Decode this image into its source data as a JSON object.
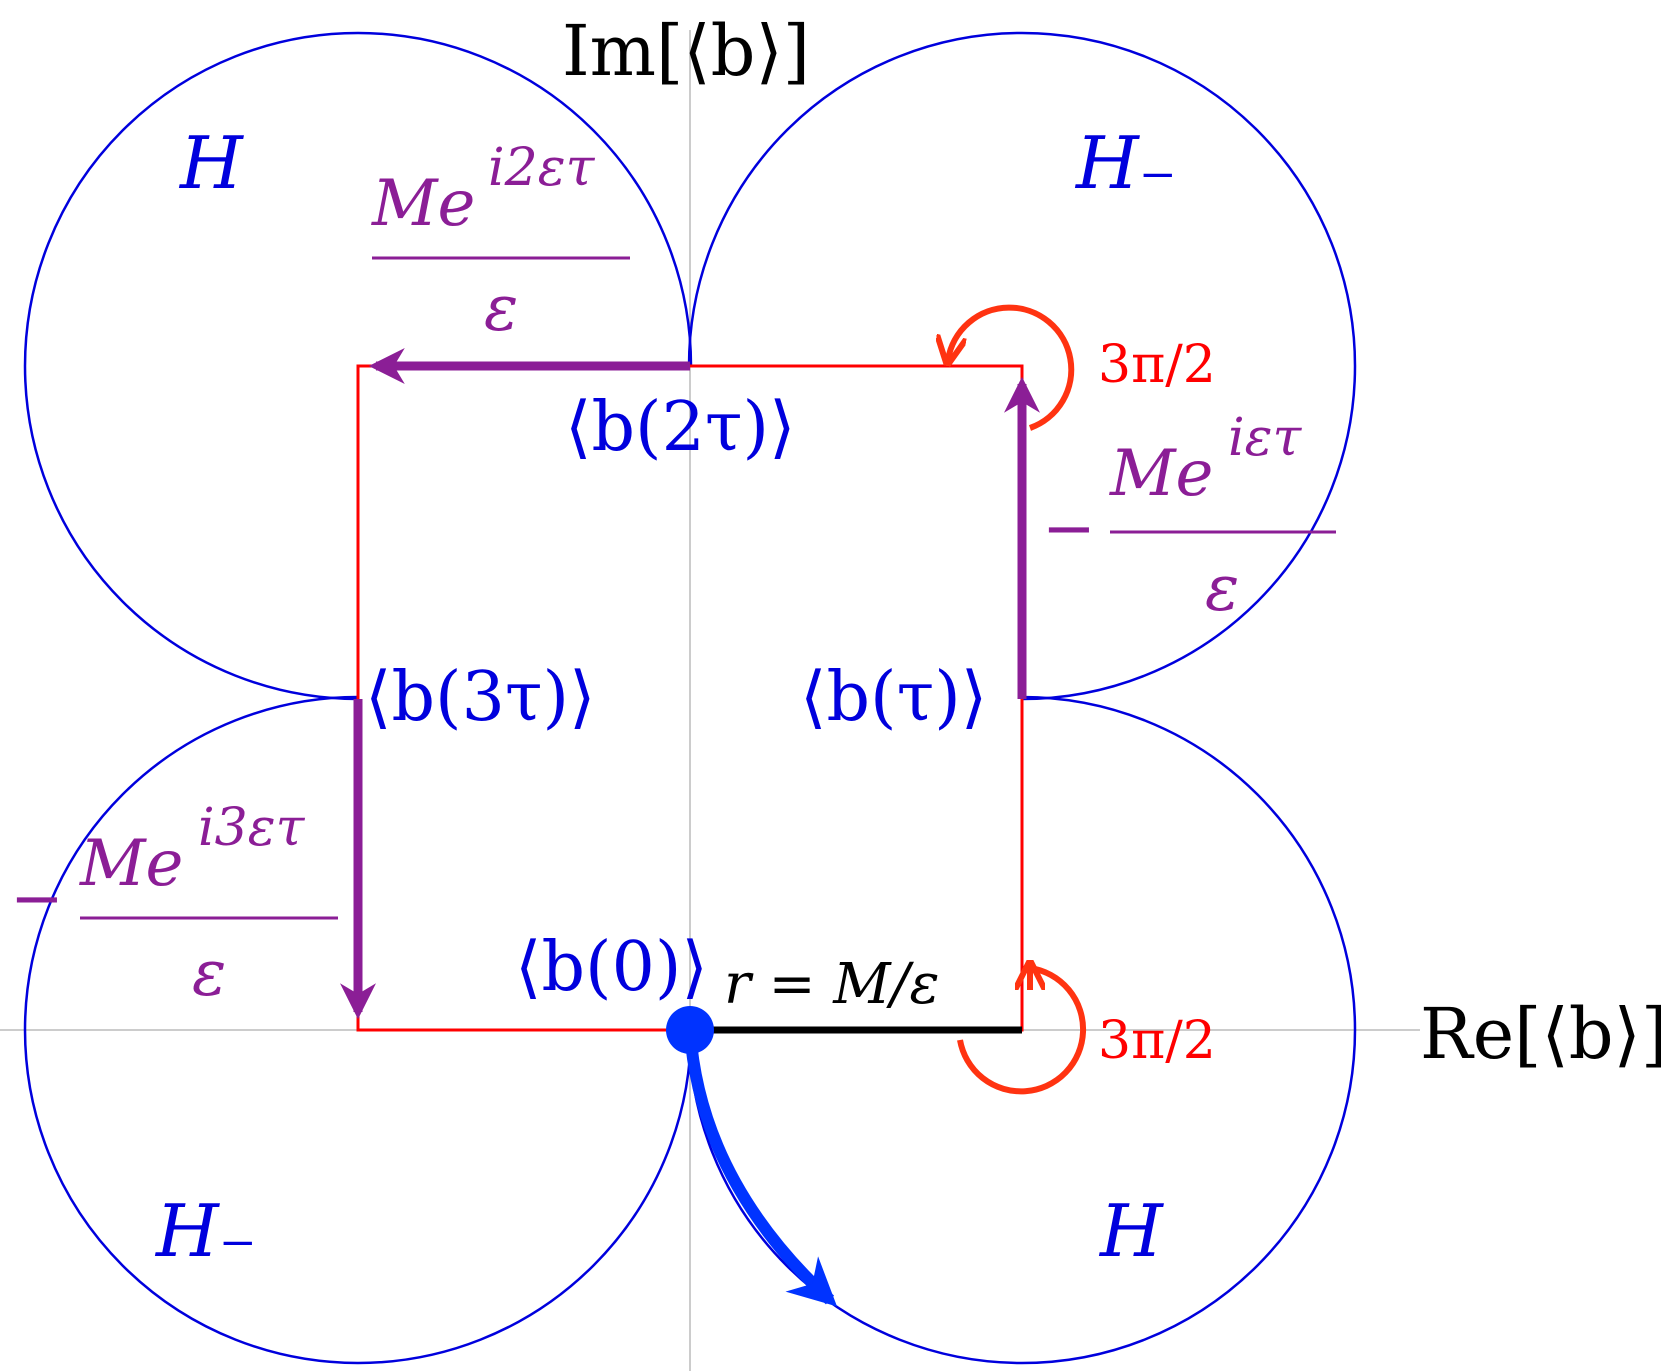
{
  "axes": {
    "x_label": "Re[⟨b⟩]",
    "y_label": "Im[⟨b⟩]"
  },
  "regions": {
    "top_left": "H",
    "top_right": "H₋",
    "bottom_left": "H₋",
    "bottom_right": "H"
  },
  "states": {
    "b0": "⟨b(0)⟩",
    "b_tau": "⟨b(τ)⟩",
    "b_2tau": "⟨b(2τ)⟩",
    "b_3tau": "⟨b(3τ)⟩"
  },
  "steps": {
    "top": {
      "sign": "",
      "numerator": "Me",
      "exponent": "i2ετ",
      "denominator": "ε"
    },
    "right": {
      "sign": "−",
      "numerator": "Me",
      "exponent": "iετ",
      "denominator": "ε"
    },
    "left": {
      "sign": "−",
      "numerator": "Me",
      "exponent": "i3ετ",
      "denominator": "ε"
    }
  },
  "angles": {
    "upper": "3π/2",
    "lower": "3π/2"
  },
  "radius_label": "r = M/ε",
  "colors": {
    "circle": "#0000dd",
    "path": "#ff0000",
    "step_arrow": "#8b1e96",
    "angle_arrow": "#ff3311",
    "start_dot": "#0033ff",
    "radius": "#000000",
    "axis": "#bbbbbb"
  }
}
